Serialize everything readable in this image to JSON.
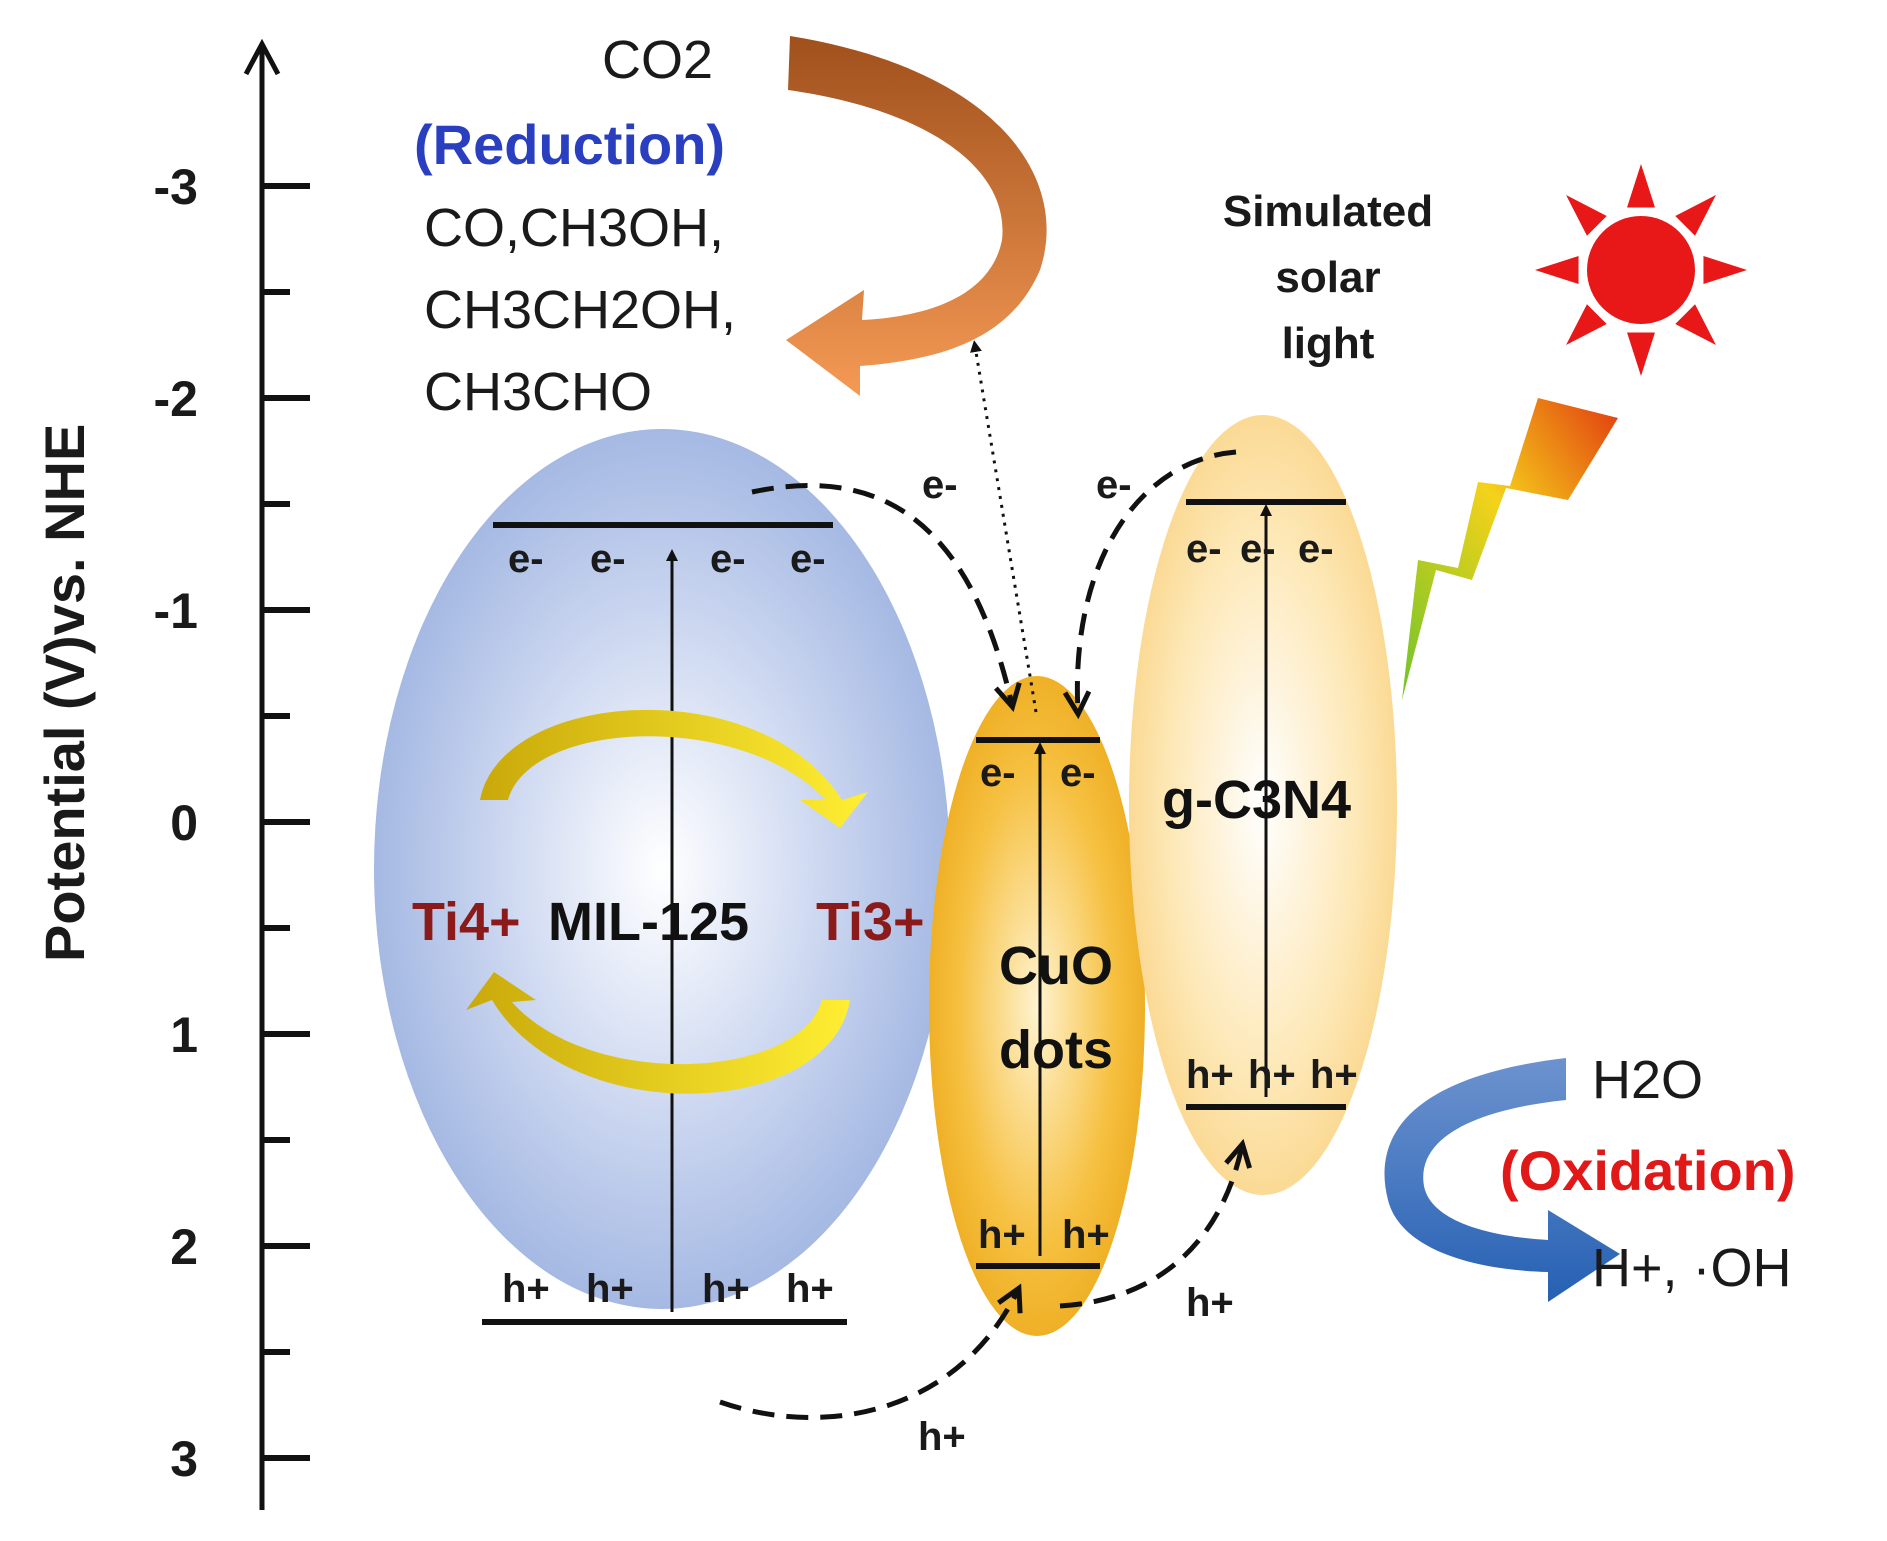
{
  "axis": {
    "title": "Potential (V)vs. NHE",
    "ticks": [
      {
        "value": -3,
        "label": "-3"
      },
      {
        "value": -2,
        "label": "-2"
      },
      {
        "value": -1,
        "label": "-1"
      },
      {
        "value": 0,
        "label": "0"
      },
      {
        "value": 1,
        "label": "1"
      },
      {
        "value": 2,
        "label": "2"
      },
      {
        "value": 3,
        "label": "3"
      }
    ]
  },
  "reduction": {
    "reactant": "CO2",
    "title": "(Reduction)",
    "products": [
      "CO,CH3OH,",
      "CH3CH2OH,",
      "CH3CHO"
    ],
    "arrow_color": "#e8884a"
  },
  "oxidation": {
    "reactant": "H2O",
    "title": "(Oxidation)",
    "products": "H+, ·OH",
    "arrow_color": "#3a6fbf"
  },
  "mil125": {
    "label": "MIL-125",
    "ti4": "Ti4+",
    "ti3": "Ti3+",
    "color": "#a9bde6",
    "electron": "e-",
    "hole": "h+"
  },
  "cuo": {
    "label_line1": "CuO",
    "label_line2": "dots",
    "color": "#f0b020"
  },
  "gc3n4": {
    "label": "g-C3N4",
    "color": "#fbd98a"
  },
  "transfer": {
    "electron": "e-",
    "hole": "h+"
  },
  "light": {
    "line1": "Simulated",
    "line2": "solar",
    "line3": "light",
    "sun_color": "#e81818"
  }
}
